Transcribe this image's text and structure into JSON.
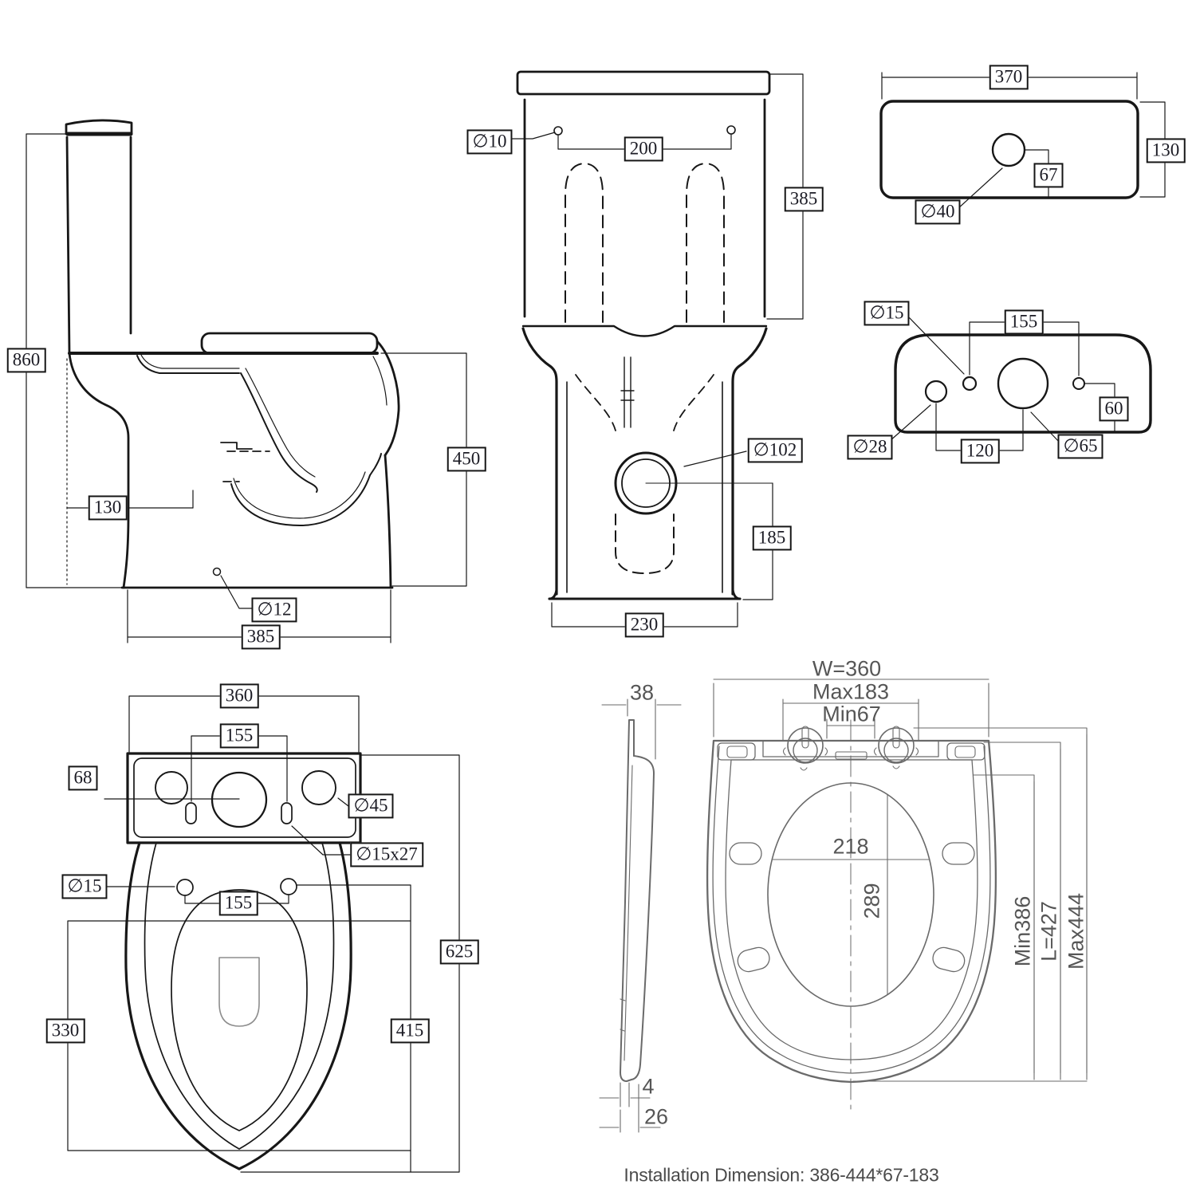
{
  "page": {
    "footer_note": "Installation Dimension: 386-444*67-183"
  },
  "colors": {
    "drawing_line": "#171717",
    "seat_drawing_line": "#6a6a6a",
    "label_text": "#1b1b24",
    "footer_text": "#4a4a4a"
  },
  "views": {
    "toilet_side": {
      "title": "toilet side section view",
      "dims": {
        "overall_height": "860",
        "trapway_height": "130",
        "fixing_hole_dia": "∅12",
        "base_depth": "385",
        "rim_height": "450"
      }
    },
    "toilet_front": {
      "title": "toilet front view",
      "dims": {
        "tank_hole_dia": "∅10",
        "tank_hole_spacing": "200",
        "tank_height": "385",
        "outlet_dia": "∅102",
        "outlet_height": "185",
        "base_width": "230"
      }
    },
    "tank_lid_top": {
      "title": "cistern lid top view",
      "dims": {
        "width": "370",
        "depth": "130",
        "button_offset": "67",
        "button_hole_dia": "∅40"
      }
    },
    "tank_back": {
      "title": "cistern back view",
      "dims": {
        "overflow_hole_dia": "∅15",
        "hole_spacing": "155",
        "edge_offset": "60",
        "inlet_hole_dia": "∅28",
        "inlet_spacing": "120",
        "flush_hole_dia": "∅65"
      }
    },
    "toilet_top": {
      "title": "toilet top view",
      "dims": {
        "tank_width": "360",
        "slot_spacing": "155",
        "center_offset": "68",
        "flush_hole_dia": "∅45",
        "slot_size": "∅15x27",
        "seat_hole_dia": "∅15",
        "seat_hole_spacing": "155",
        "overall_length": "625",
        "bowl_length": "415",
        "bowl_width": "330"
      }
    },
    "seat_side": {
      "title": "seat side view",
      "dims": {
        "thickness": "38",
        "lip": "4",
        "foot": "26"
      }
    },
    "seat_top": {
      "title": "seat top view",
      "dims": {
        "width": "W=360",
        "hinge_max": "Max183",
        "hinge_min": "Min67",
        "opening_width": "218",
        "opening_length": "289",
        "length_min": "Min386",
        "length": "L=427",
        "length_max": "Max444"
      }
    }
  }
}
